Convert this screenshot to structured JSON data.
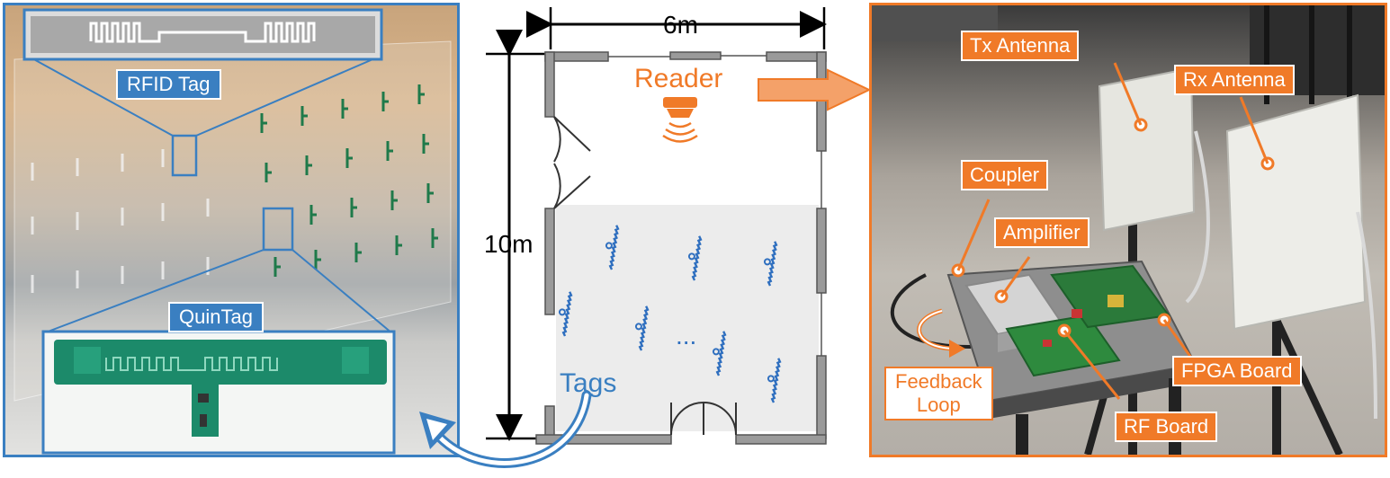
{
  "labels": {
    "rfid_tag": "RFID Tag",
    "quintag": "QuinTag",
    "width": "6m",
    "height": "10m",
    "reader": "Reader",
    "ellipsis": "...",
    "tags": "Tags",
    "tx_antenna": "Tx Antenna",
    "rx_antenna": "Rx Antenna",
    "coupler": "Coupler",
    "amplifier": "Amplifier",
    "feedback_line1": "Feedback",
    "feedback_line2": "Loop",
    "fpga_board": "FPGA Board",
    "rf_board": "RF Board"
  },
  "colors": {
    "blue": "#3a7fc1",
    "orange": "#f07a28",
    "wall": "#9a9a9a",
    "tag_pattern": "#2f6fbf"
  }
}
